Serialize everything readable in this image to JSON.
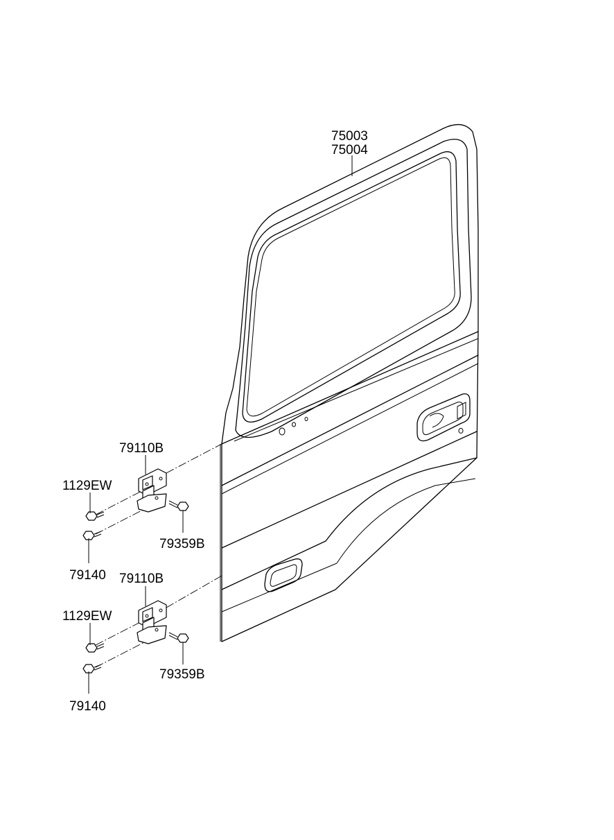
{
  "labels": {
    "door_part_no_1": "75003",
    "door_part_no_2": "75004",
    "upper_hinge": "79110B",
    "upper_bolt_1": "1129EW",
    "upper_bolt_2": "79140",
    "upper_screw": "79359B",
    "lower_hinge": "79110B",
    "lower_bolt_1": "1129EW",
    "lower_bolt_2": "79140",
    "lower_screw": "79359B"
  }
}
